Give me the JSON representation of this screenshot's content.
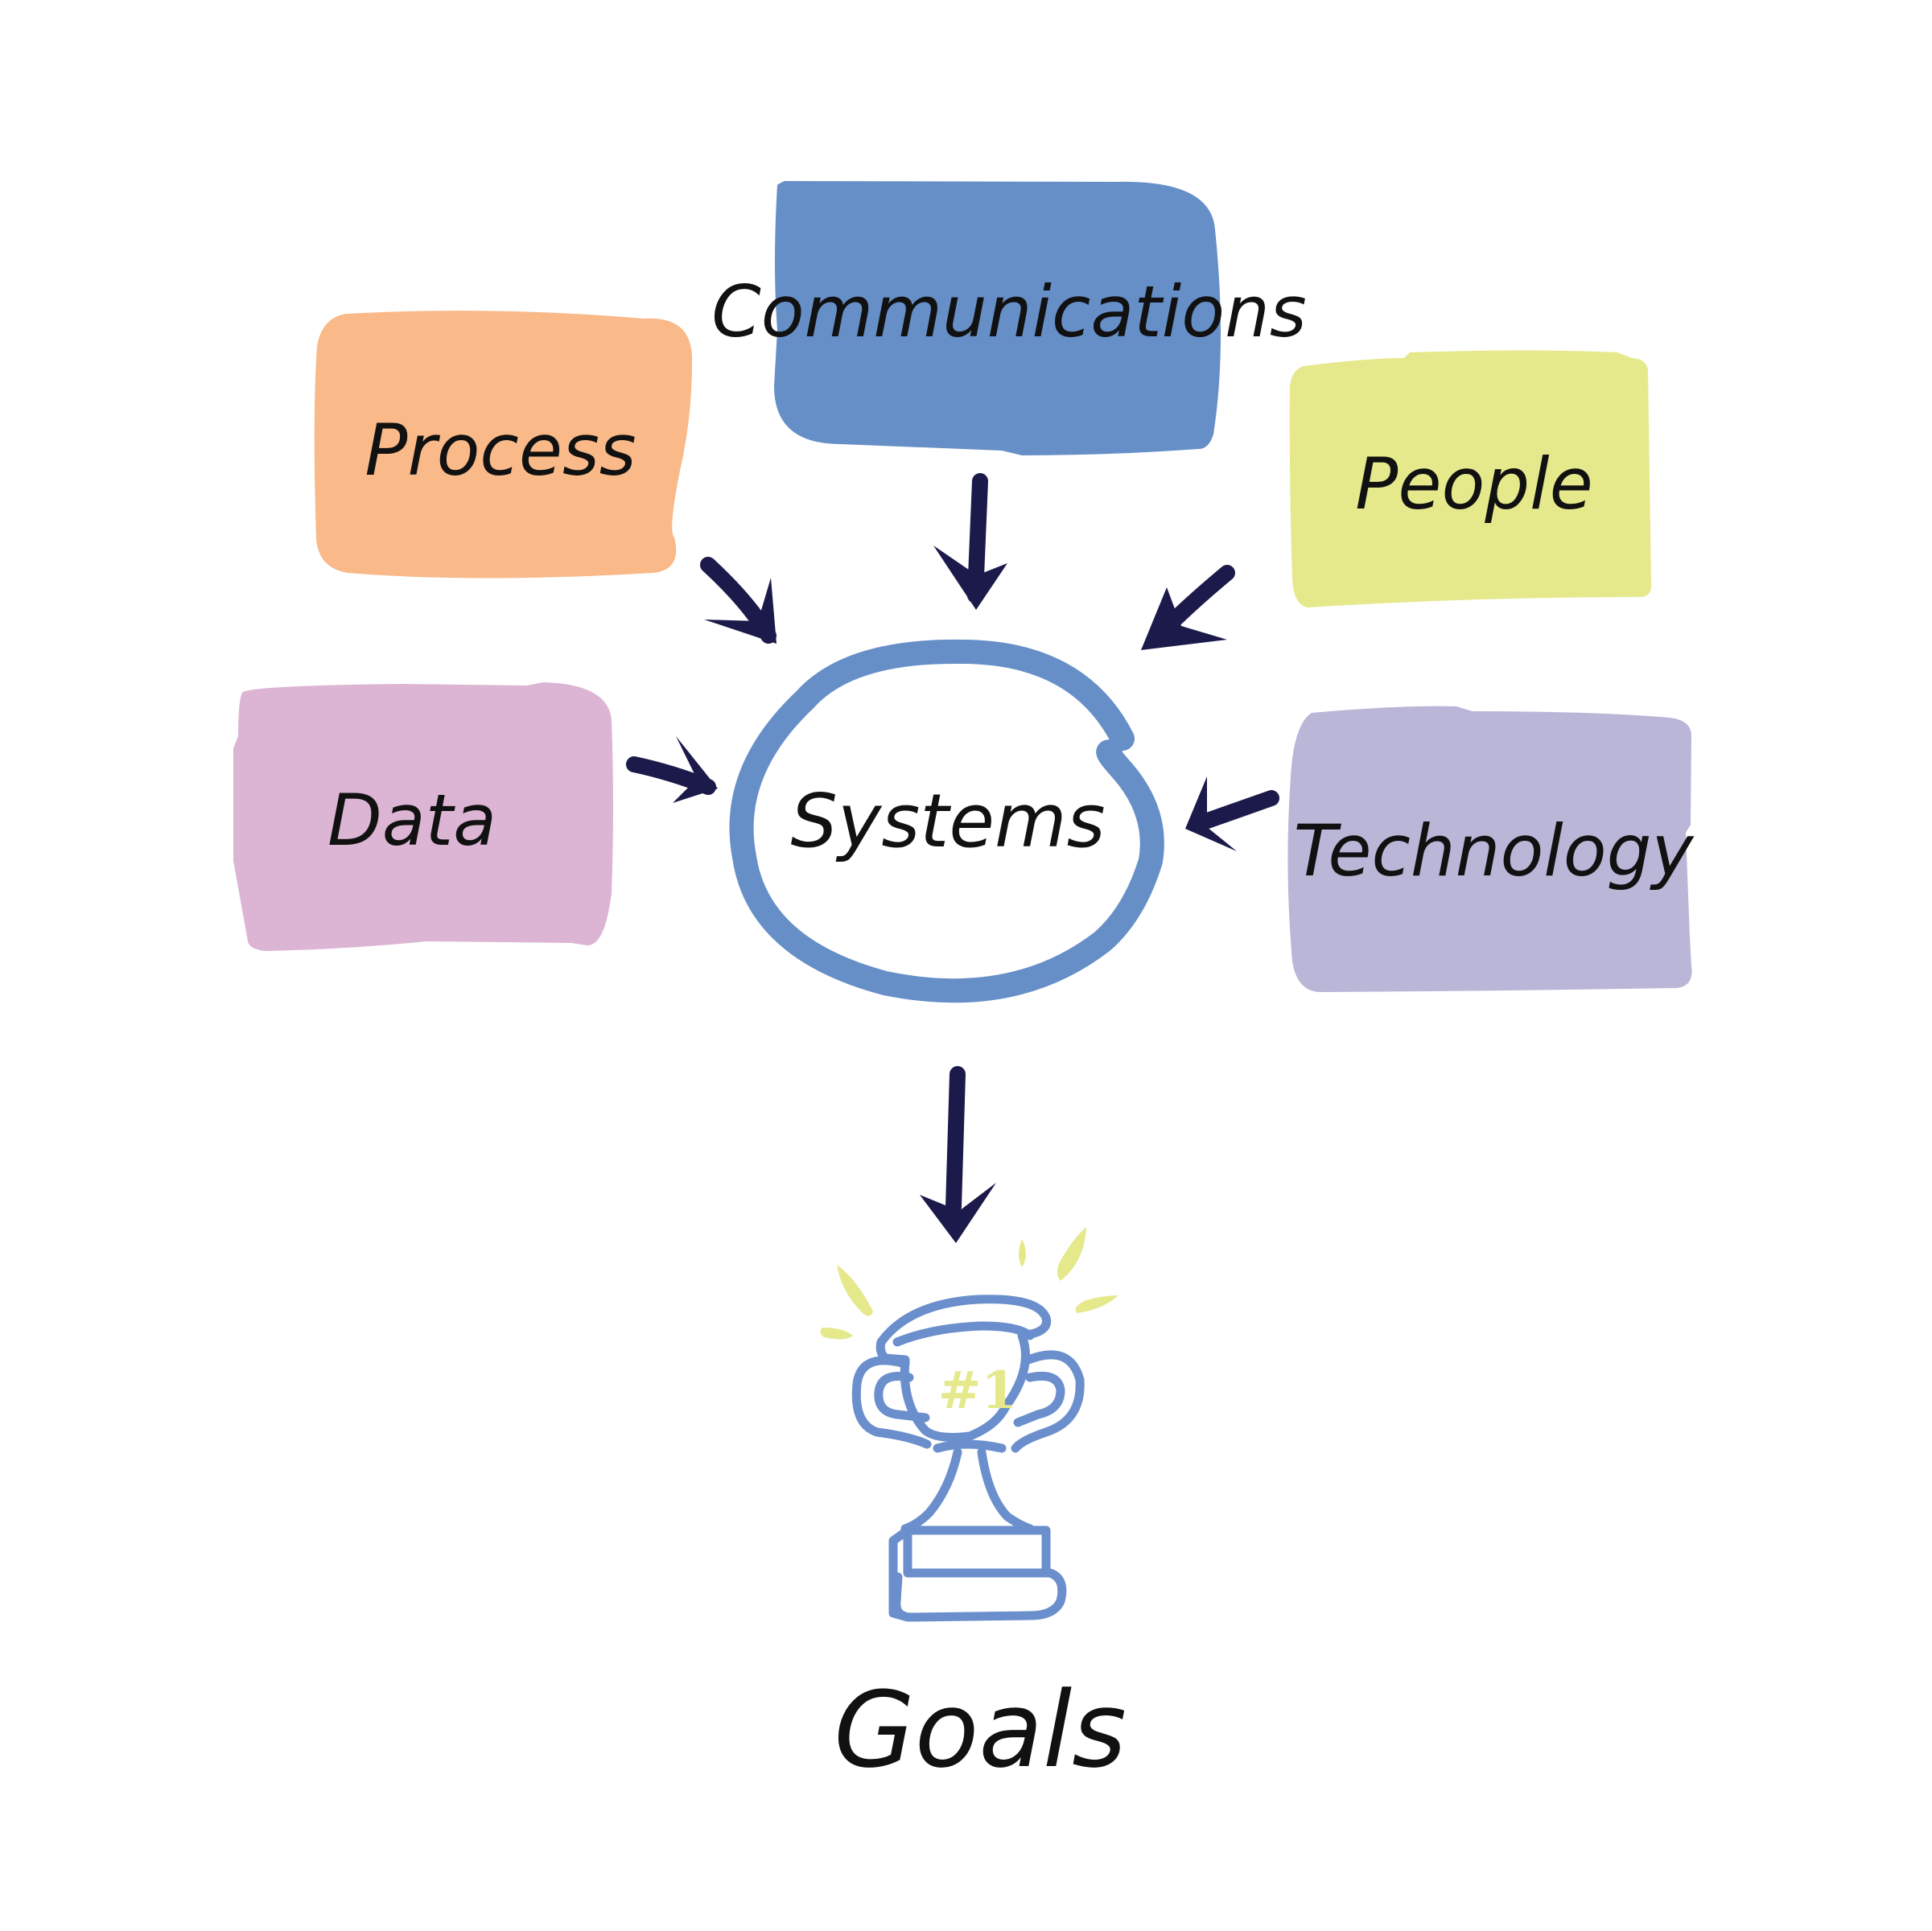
{
  "nodes": {
    "process": {
      "label": "Process",
      "color": "#f9b988"
    },
    "communications": {
      "label": "Communications",
      "color": "#668fc8"
    },
    "people": {
      "label": "People",
      "color": "#e5e98c"
    },
    "data": {
      "label": "Data",
      "color": "#dcb5d4"
    },
    "technology": {
      "label": "Technology",
      "color": "#b9b6d8"
    }
  },
  "center": {
    "label": "Systems",
    "ring_color": "#668fc8"
  },
  "goal": {
    "label": "Goals",
    "trophy_color": "#6a8fcc",
    "sparkle_color": "#e5e98c",
    "badge": "#1"
  },
  "arrow_color": "#1b1a4a"
}
